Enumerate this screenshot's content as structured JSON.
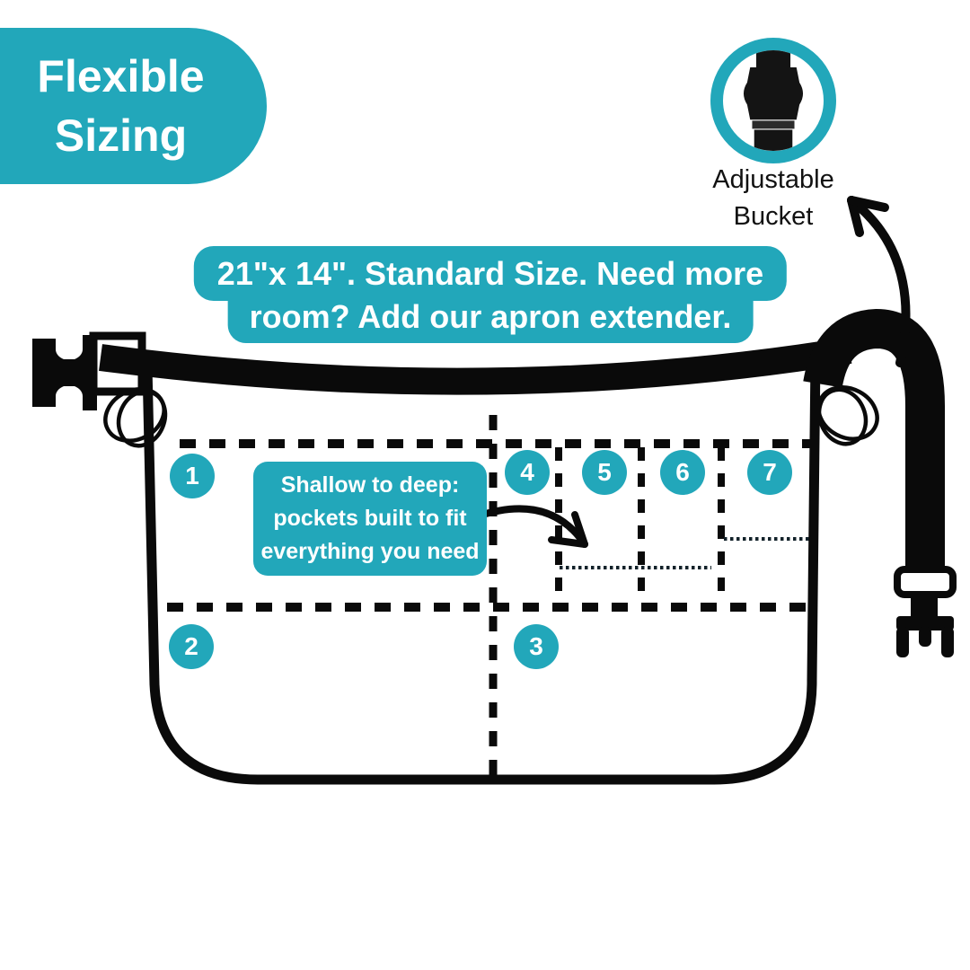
{
  "colors": {
    "teal": "#22a7ba",
    "ink": "#0a0a0a",
    "white": "#ffffff"
  },
  "badge": {
    "line1": "Flexible",
    "line2": "Sizing"
  },
  "bucket_callout": {
    "line1": "Adjustable",
    "line2": "Bucket",
    "icon": "buckle-icon"
  },
  "banner": {
    "line1": "21\"x 14\". Standard Size. Need more",
    "line2": "room? Add our apron extender."
  },
  "pocket_note": {
    "line1": "Shallow to deep:",
    "line2": "pockets built to fit",
    "line3": "everything you need"
  },
  "markers": [
    "1",
    "2",
    "3",
    "4",
    "5",
    "6",
    "7"
  ]
}
